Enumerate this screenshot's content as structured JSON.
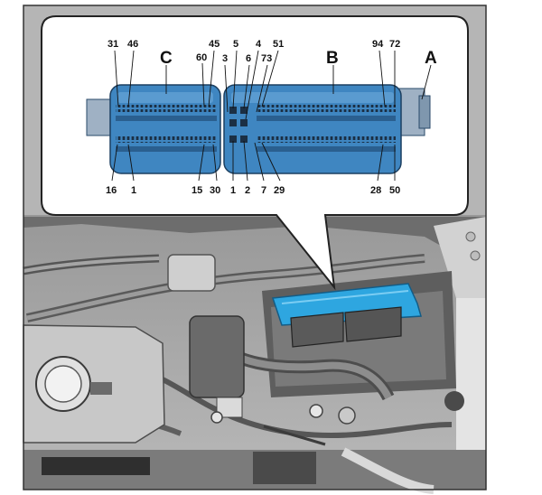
{
  "connectors": {
    "A": "A",
    "B": "B",
    "C": "C"
  },
  "pins": {
    "c_31": "31",
    "c_46": "46",
    "c_45": "45",
    "c_60": "60",
    "c_16": "16",
    "c_1": "1",
    "c_15": "15",
    "c_30": "30",
    "m_5": "5",
    "m_4": "4",
    "m_3": "3",
    "m_6": "6",
    "m_1": "1",
    "m_2": "2",
    "m_7": "7",
    "b_51": "51",
    "b_73": "73",
    "b_94": "94",
    "b_72": "72",
    "b_29": "29",
    "b_28": "28",
    "b_50": "50"
  },
  "colors": {
    "connector_blue": "#3f86c1",
    "connector_dark": "#2a5f8f",
    "housing_gray": "#9fb1c4",
    "ecu_highlight": "#2ea6e0",
    "engine_bay_gray": "#9a9a9a"
  }
}
